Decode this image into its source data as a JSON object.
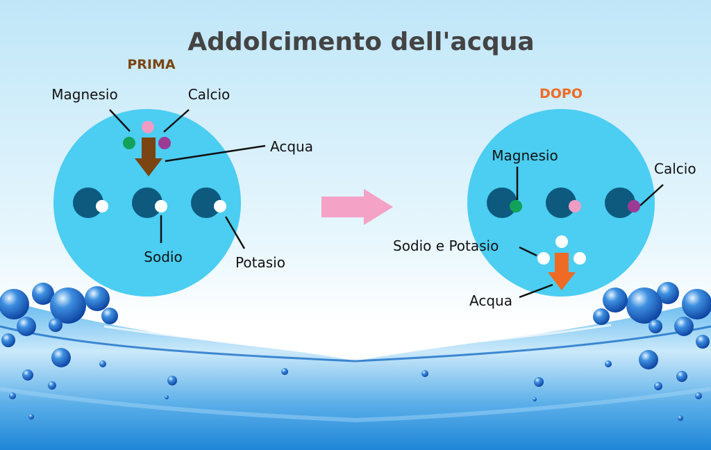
{
  "title": "Addolcimento dell'acqua",
  "before": {
    "heading": "PRIMA",
    "labels": {
      "magnesium": "Magnesio",
      "calcium": "Calcio",
      "water": "Acqua",
      "sodium": "Sodio",
      "potassium": "Potasio"
    }
  },
  "after": {
    "heading": "DOPO",
    "labels": {
      "magnesium": "Magnesio",
      "calcium": "Calcio",
      "sodium_potassium": "Sodio e Potasio",
      "water": "Acqua"
    }
  },
  "colors": {
    "title": "#444444",
    "prima": "#7a4512",
    "dopo": "#ef6a24",
    "circle": "#4ccdf2",
    "site": "#0d5a7e",
    "magnesium": "#12a25a",
    "calcium": "#9c3b96",
    "ion_pink": "#ef9cc4",
    "ion_white": "#ffffff",
    "arrow_brown": "#7a4512",
    "arrow_orange": "#ef6a24",
    "transition_arrow": "#f4a2c6",
    "water": "#1574d1"
  }
}
